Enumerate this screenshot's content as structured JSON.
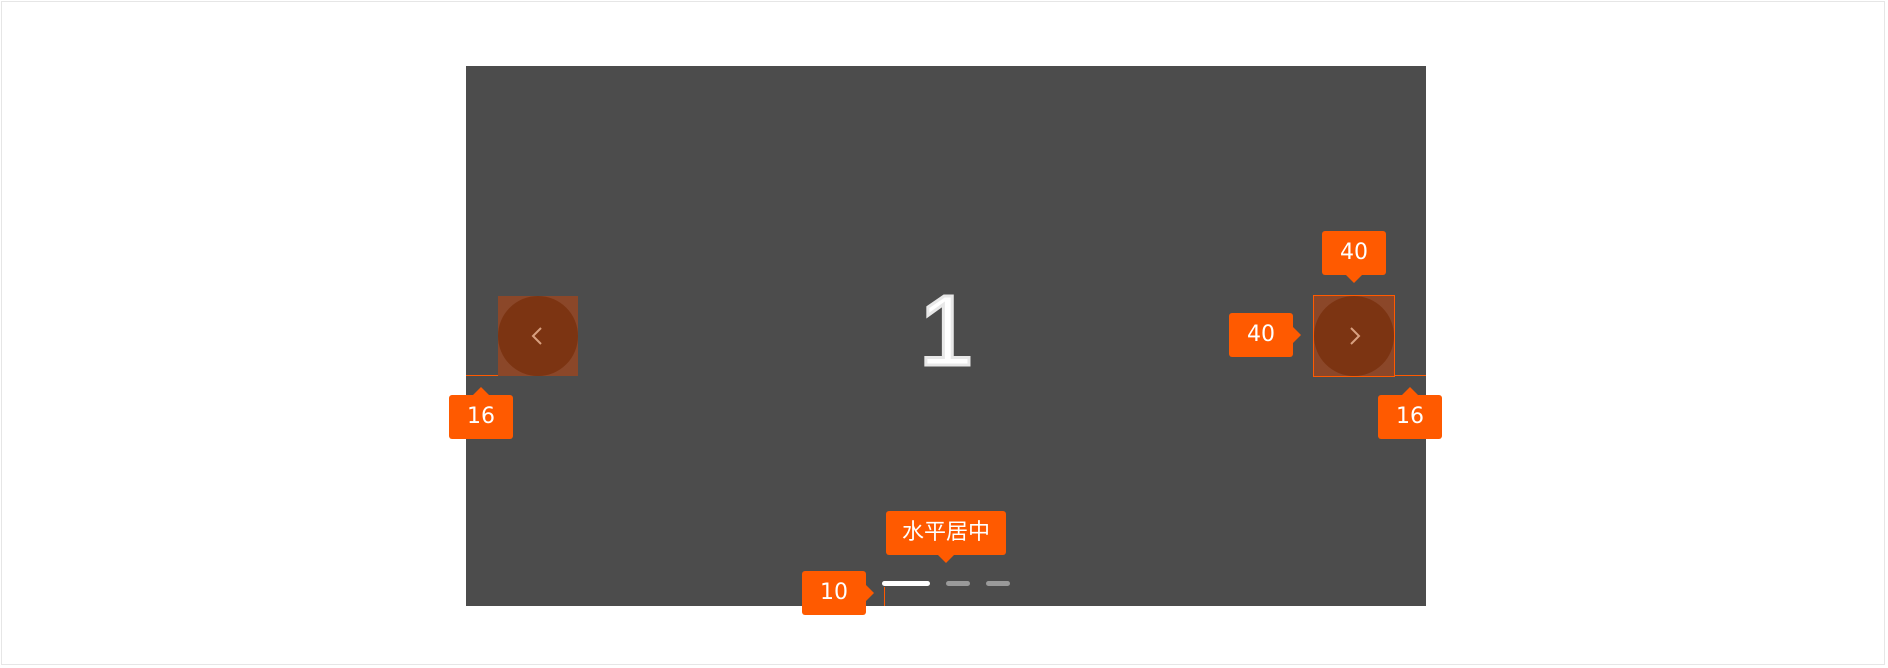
{
  "carousel": {
    "slide_number": "1",
    "prev_icon": "chevron-left-icon",
    "next_icon": "chevron-right-icon",
    "indicators": [
      {
        "state": "active"
      },
      {
        "state": "inactive"
      },
      {
        "state": "inactive"
      }
    ]
  },
  "annotations": {
    "left_margin": "16",
    "right_margin": "16",
    "button_width": "40",
    "button_height": "40",
    "indicator_bottom": "10",
    "indicator_align": "水平居中"
  },
  "colors": {
    "annotation": "#ff5a00",
    "carousel_bg": "#4c4c4c",
    "arrow_button": "#7c3412",
    "indicator_active": "#ffffff",
    "indicator_inactive": "#9a9a9a"
  }
}
